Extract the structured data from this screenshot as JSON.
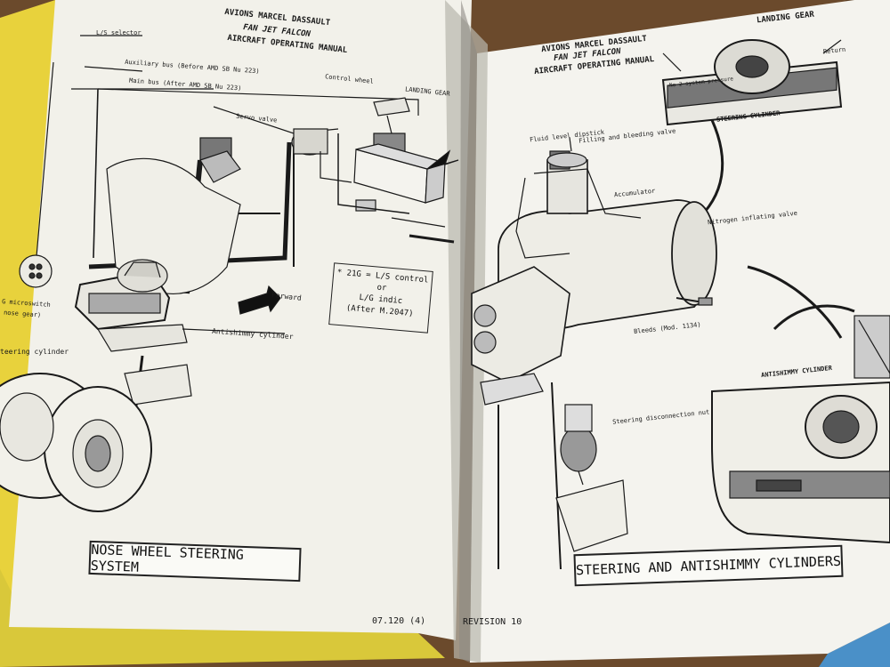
{
  "left_page": {
    "header_company": "AVIONS MARCEL DASSAULT",
    "header_aircraft": "FAN JET FALCON",
    "header_manual": "AIRCRAFT OPERATING MANUAL",
    "section": "LANDING GEAR",
    "labels": {
      "ls_selector": "L/S selector",
      "auxiliary_bus": "Auxiliary bus (Before AMD SB Nu 223)",
      "main_bus": "Main bus (After AMD SB Nu 223)",
      "control_wheel": "Control wheel",
      "servo_valve": "Servo valve",
      "forward": "Forward",
      "antishimmy": "Antishimmy cylinder",
      "steering_cyl": "teering cylinder",
      "microswitch": "G microswitch",
      "nose_gear": "nose gear)"
    },
    "note_lines": [
      "* 21G = L/S control",
      "or",
      "L/G indic",
      "(After M.2047)"
    ],
    "caption": "NOSE WHEEL STEERING SYSTEM",
    "page_number": "07.120 (4)"
  },
  "right_page": {
    "header_company": "AVIONS MARCEL DASSAULT",
    "header_aircraft": "FAN JET FALCON",
    "header_manual": "AIRCRAFT OPERATING MANUAL",
    "section": "LANDING GEAR",
    "labels": {
      "system_pressure": "No 2 system pressure",
      "return": "Return",
      "steering_cylinder": "STEERING CYLINDER",
      "fluid_level": "Fluid level dipstick",
      "filling_valve": "Filling and bleeding valve",
      "accumulator": "Accumulator",
      "nitrogen": "Nitrogen inflating valve",
      "bleeds": "Bleeds (Mod. 1134)",
      "steering_disc": "Steering disconnection nut",
      "antishimmy_cylinder": "ANTISHIMMY CYLINDER"
    },
    "caption": "STEERING AND ANTISHIMMY CYLINDERS",
    "revision": "REVISION 10"
  },
  "colors": {
    "table": "#6b4a2c",
    "paper": "#f4f3ee",
    "shadow": "#9a9890",
    "page_edge_yellow": "#e8d23c",
    "ink": "#1a1a1a"
  }
}
